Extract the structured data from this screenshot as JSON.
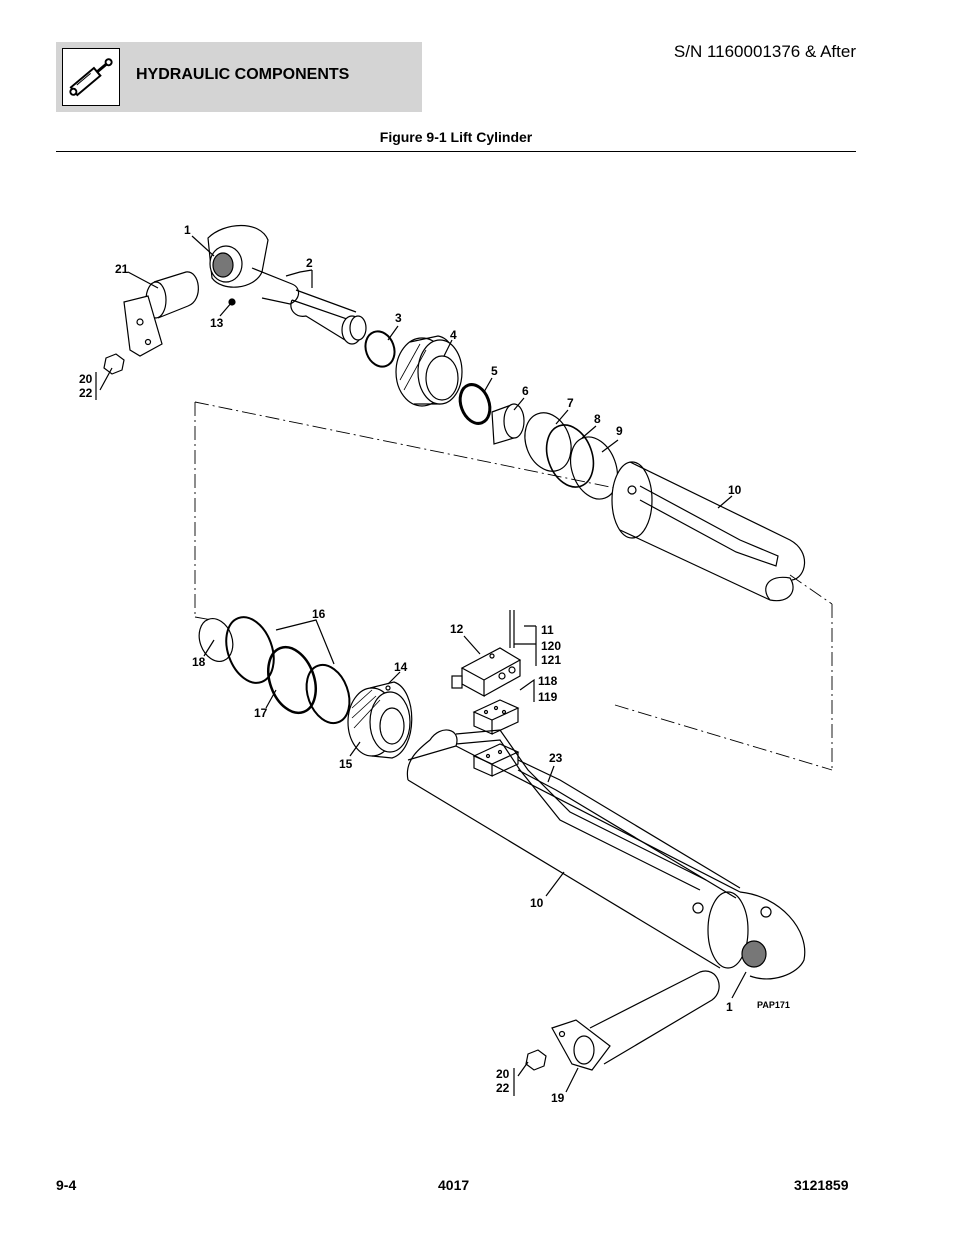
{
  "header": {
    "section_title": "HYDRAULIC COMPONENTS",
    "serial": "S/N 1160001376 & After",
    "icon": "hydraulic-cylinder-icon"
  },
  "figure": {
    "title": "Figure 9-1 Lift Cylinder",
    "code": "PAP171",
    "callouts": {
      "c1_top": "1",
      "c2": "2",
      "c3": "3",
      "c4": "4",
      "c5": "5",
      "c6": "6",
      "c7": "7",
      "c8": "8",
      "c9": "9",
      "c10_top": "10",
      "c10_bottom": "10",
      "c11": "11",
      "c120": "120",
      "c121": "121",
      "c12": "12",
      "c13": "13",
      "c14": "14",
      "c15": "15",
      "c16": "16",
      "c17": "17",
      "c18": "18",
      "c118": "118",
      "c119": "119",
      "c19": "19",
      "c20_top": "20",
      "c22_top": "22",
      "c20_bottom": "20",
      "c22_bottom": "22",
      "c21": "21",
      "c23": "23",
      "c1_bottom": "1"
    }
  },
  "footer": {
    "page": "9-4",
    "model": "4017",
    "doc_number": "3121859"
  }
}
